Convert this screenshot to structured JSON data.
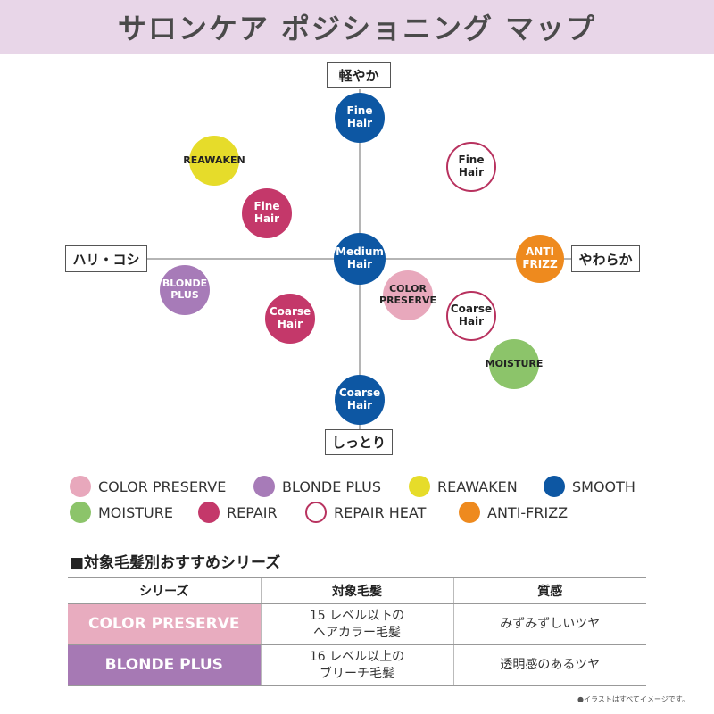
{
  "title": "サロンケア ポジショニング マップ",
  "axes": {
    "top": "軽やか",
    "bottom": "しっとり",
    "left": "ハリ・コシ",
    "right": "やわらか"
  },
  "bubbles": [
    {
      "label": "Fine\nHair",
      "series": "SMOOTH"
    },
    {
      "label": "REAWAKEN",
      "series": "REAWAKEN"
    },
    {
      "label": "Fine\nHair",
      "series": "REPAIR HEAT"
    },
    {
      "label": "Fine\nHair",
      "series": "REPAIR"
    },
    {
      "label": "Medium\nHair",
      "series": "SMOOTH"
    },
    {
      "label": "ANTI\nFRIZZ",
      "series": "ANTI-FRIZZ"
    },
    {
      "label": "BLONDE\nPLUS",
      "series": "BLONDE PLUS"
    },
    {
      "label": "COLOR\nPRESERVE",
      "series": "COLOR PRESERVE"
    },
    {
      "label": "Coarse\nHair",
      "series": "REPAIR"
    },
    {
      "label": "Coarse\nHair",
      "series": "REPAIR HEAT"
    },
    {
      "label": "MOISTURE",
      "series": "MOISTURE"
    },
    {
      "label": "Coarse\nHair",
      "series": "SMOOTH"
    }
  ],
  "legend": [
    {
      "label": "COLOR PRESERVE",
      "color": "#e8a8bc",
      "outline": false
    },
    {
      "label": "BLONDE PLUS",
      "color": "#a77bb8",
      "outline": false
    },
    {
      "label": "REAWAKEN",
      "color": "#e6dc2a",
      "outline": false
    },
    {
      "label": "SMOOTH",
      "color": "#0d57a3",
      "outline": false
    },
    {
      "label": "MOISTURE",
      "color": "#8cc46a",
      "outline": false
    },
    {
      "label": "REPAIR",
      "color": "#c4386a",
      "outline": false
    },
    {
      "label": "REPAIR HEAT",
      "color": "#b8325f",
      "outline": true
    },
    {
      "label": "ANTI-FRIZZ",
      "color": "#ee8a1e",
      "outline": false
    }
  ],
  "section_title": "■対象毛髪別おすすめシリーズ",
  "table": {
    "headers": [
      "シリーズ",
      "対象毛髪",
      "質感"
    ],
    "rows": [
      {
        "series": "COLOR PRESERVE",
        "hair": "15 レベル以下の\nヘアカラー毛髪",
        "texture": "みずみずしいツヤ",
        "color": "#e8acbf"
      },
      {
        "series": "BLONDE PLUS",
        "hair": "16 レベル以上の\nブリーチ毛髪",
        "texture": "透明感のあるツヤ",
        "color": "#a679b4"
      }
    ]
  },
  "note": "●イラストはすべてイメージです。"
}
